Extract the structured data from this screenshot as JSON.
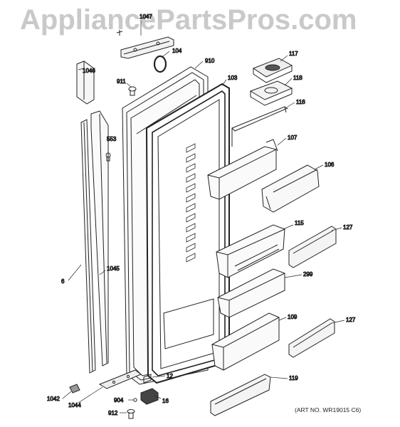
{
  "watermark": "AppliancePartsPros.com",
  "art_number": "(ART NO. WR19015 C6)",
  "callouts": {
    "c1047": "1047",
    "c104": "104",
    "c910": "910",
    "c103": "103",
    "c117": "117",
    "c118": "118",
    "c116": "116",
    "c1046": "1046",
    "c911": "911",
    "c553": "553",
    "c107": "107",
    "c106": "106",
    "c115": "115",
    "c127a": "127",
    "c6": "6",
    "c1045": "1045",
    "c299": "299",
    "c109": "109",
    "c127b": "127",
    "c12": "12",
    "c119": "119",
    "c1042": "1042",
    "c1044": "1044",
    "c904": "904",
    "c16": "16",
    "c912": "912"
  }
}
